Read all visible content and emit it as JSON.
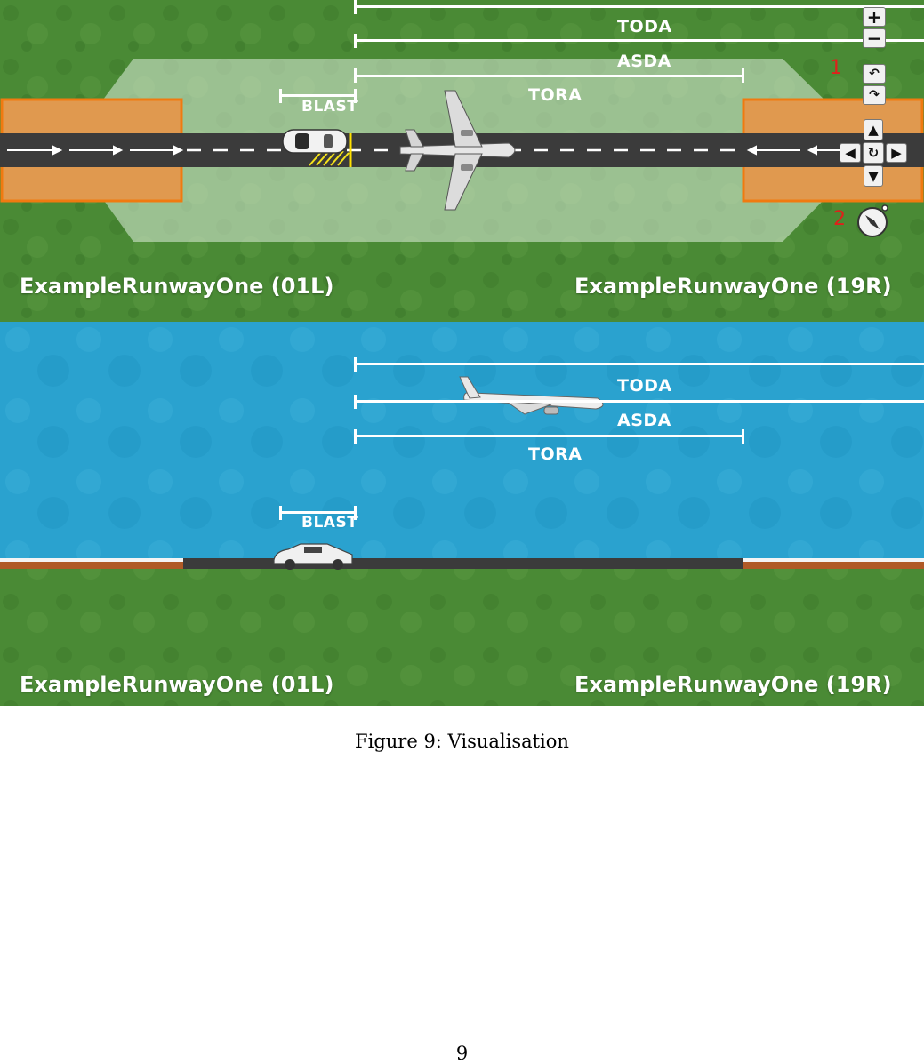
{
  "top_view": {
    "runway_left_label": "ExampleRunwayOne (01L)",
    "runway_right_label": "ExampleRunwayOne (19R)",
    "distances": {
      "toda": "TODA",
      "asda": "ASDA",
      "tora": "TORA",
      "blast": "BLAST"
    },
    "callouts": {
      "one": "1",
      "two": "2"
    },
    "controls": {
      "zoom_in": "+",
      "zoom_out": "−"
    }
  },
  "side_view": {
    "runway_left_label": "ExampleRunwayOne (01L)",
    "runway_right_label": "ExampleRunwayOne (19R)",
    "distances": {
      "toda": "TODA",
      "asda": "ASDA",
      "tora": "TORA",
      "blast": "BLAST"
    }
  },
  "caption": "Figure 9: Visualisation",
  "page_number": "9",
  "colors": {
    "grass": "#4a8a35",
    "sky": "#2aa2cf",
    "runway": "#3b3b3b",
    "stopway": "#e0994f",
    "callout": "#e0201b"
  },
  "icons": [
    "plane-top-icon",
    "car-top-icon",
    "plane-side-icon",
    "car-side-icon",
    "rotate-left-icon",
    "rotate-right-icon",
    "pan-up-icon",
    "pan-down-icon",
    "pan-left-icon",
    "pan-right-icon",
    "reset-icon",
    "compass-icon"
  ]
}
